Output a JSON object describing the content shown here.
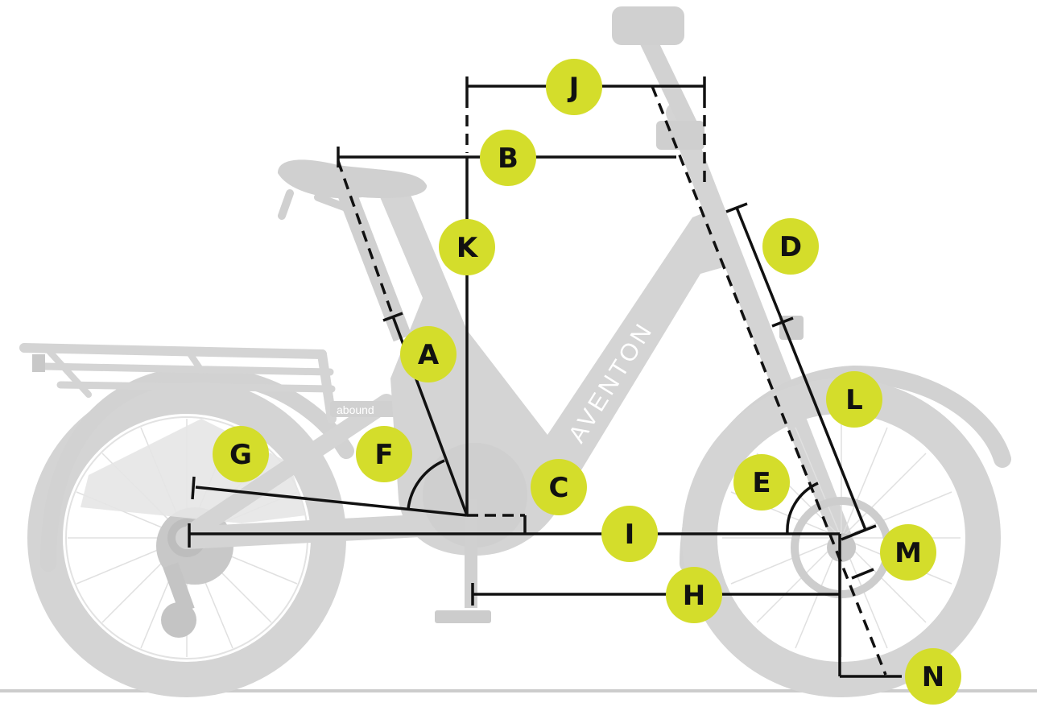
{
  "colors": {
    "background": "#ffffff",
    "bike": "#d4d4d4",
    "bike_dark": "#c4c4c4",
    "line": "#111111",
    "callout": "#d4dd2b",
    "ground": "#cccccc"
  },
  "bike": {
    "brand": "AVENTON",
    "model": "abound"
  },
  "dimensions": [
    {
      "letter": "A"
    },
    {
      "letter": "B"
    },
    {
      "letter": "C"
    },
    {
      "letter": "D"
    },
    {
      "letter": "E"
    },
    {
      "letter": "F"
    },
    {
      "letter": "G"
    },
    {
      "letter": "H"
    },
    {
      "letter": "I"
    },
    {
      "letter": "J"
    },
    {
      "letter": "K"
    },
    {
      "letter": "L"
    },
    {
      "letter": "M"
    },
    {
      "letter": "N"
    }
  ]
}
